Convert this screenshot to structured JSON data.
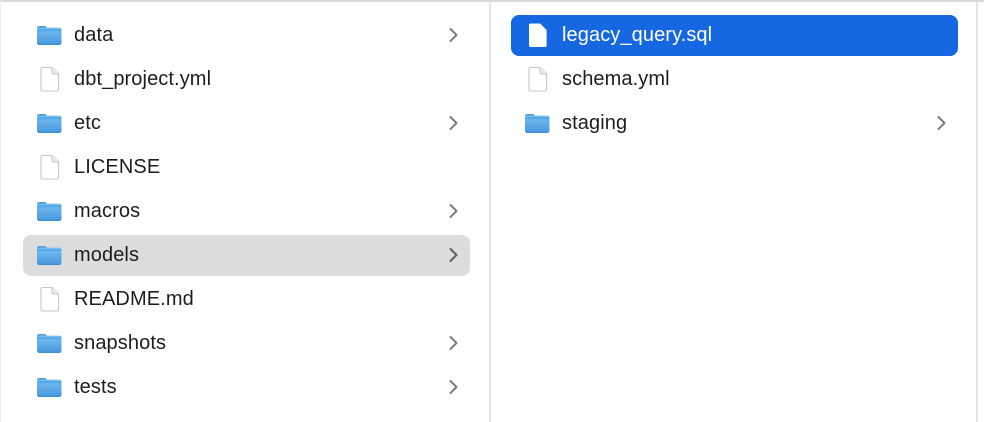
{
  "colors": {
    "selection_blue": "#1667e2",
    "selection_gray": "#dcdcdc",
    "text": "#1d1d1f",
    "text_selected": "#ffffff",
    "divider": "#e4e4e4",
    "chevron": "#7d7d7d",
    "chevron_on_selection": "#5f5f5f"
  },
  "columns": [
    {
      "id": "left",
      "items": [
        {
          "label": "data",
          "type": "folder",
          "chevron": true,
          "selected": "none"
        },
        {
          "label": "dbt_project.yml",
          "type": "file",
          "chevron": false,
          "selected": "none"
        },
        {
          "label": "etc",
          "type": "folder",
          "chevron": true,
          "selected": "none"
        },
        {
          "label": "LICENSE",
          "type": "file",
          "chevron": false,
          "selected": "none"
        },
        {
          "label": "macros",
          "type": "folder",
          "chevron": true,
          "selected": "none"
        },
        {
          "label": "models",
          "type": "folder",
          "chevron": true,
          "selected": "inactive"
        },
        {
          "label": "README.md",
          "type": "file",
          "chevron": false,
          "selected": "none"
        },
        {
          "label": "snapshots",
          "type": "folder",
          "chevron": true,
          "selected": "none"
        },
        {
          "label": "tests",
          "type": "folder",
          "chevron": true,
          "selected": "none"
        }
      ]
    },
    {
      "id": "right",
      "items": [
        {
          "label": "legacy_query.sql",
          "type": "file",
          "chevron": false,
          "selected": "active"
        },
        {
          "label": "schema.yml",
          "type": "file",
          "chevron": false,
          "selected": "none"
        },
        {
          "label": "staging",
          "type": "folder",
          "chevron": true,
          "selected": "none"
        }
      ]
    }
  ]
}
